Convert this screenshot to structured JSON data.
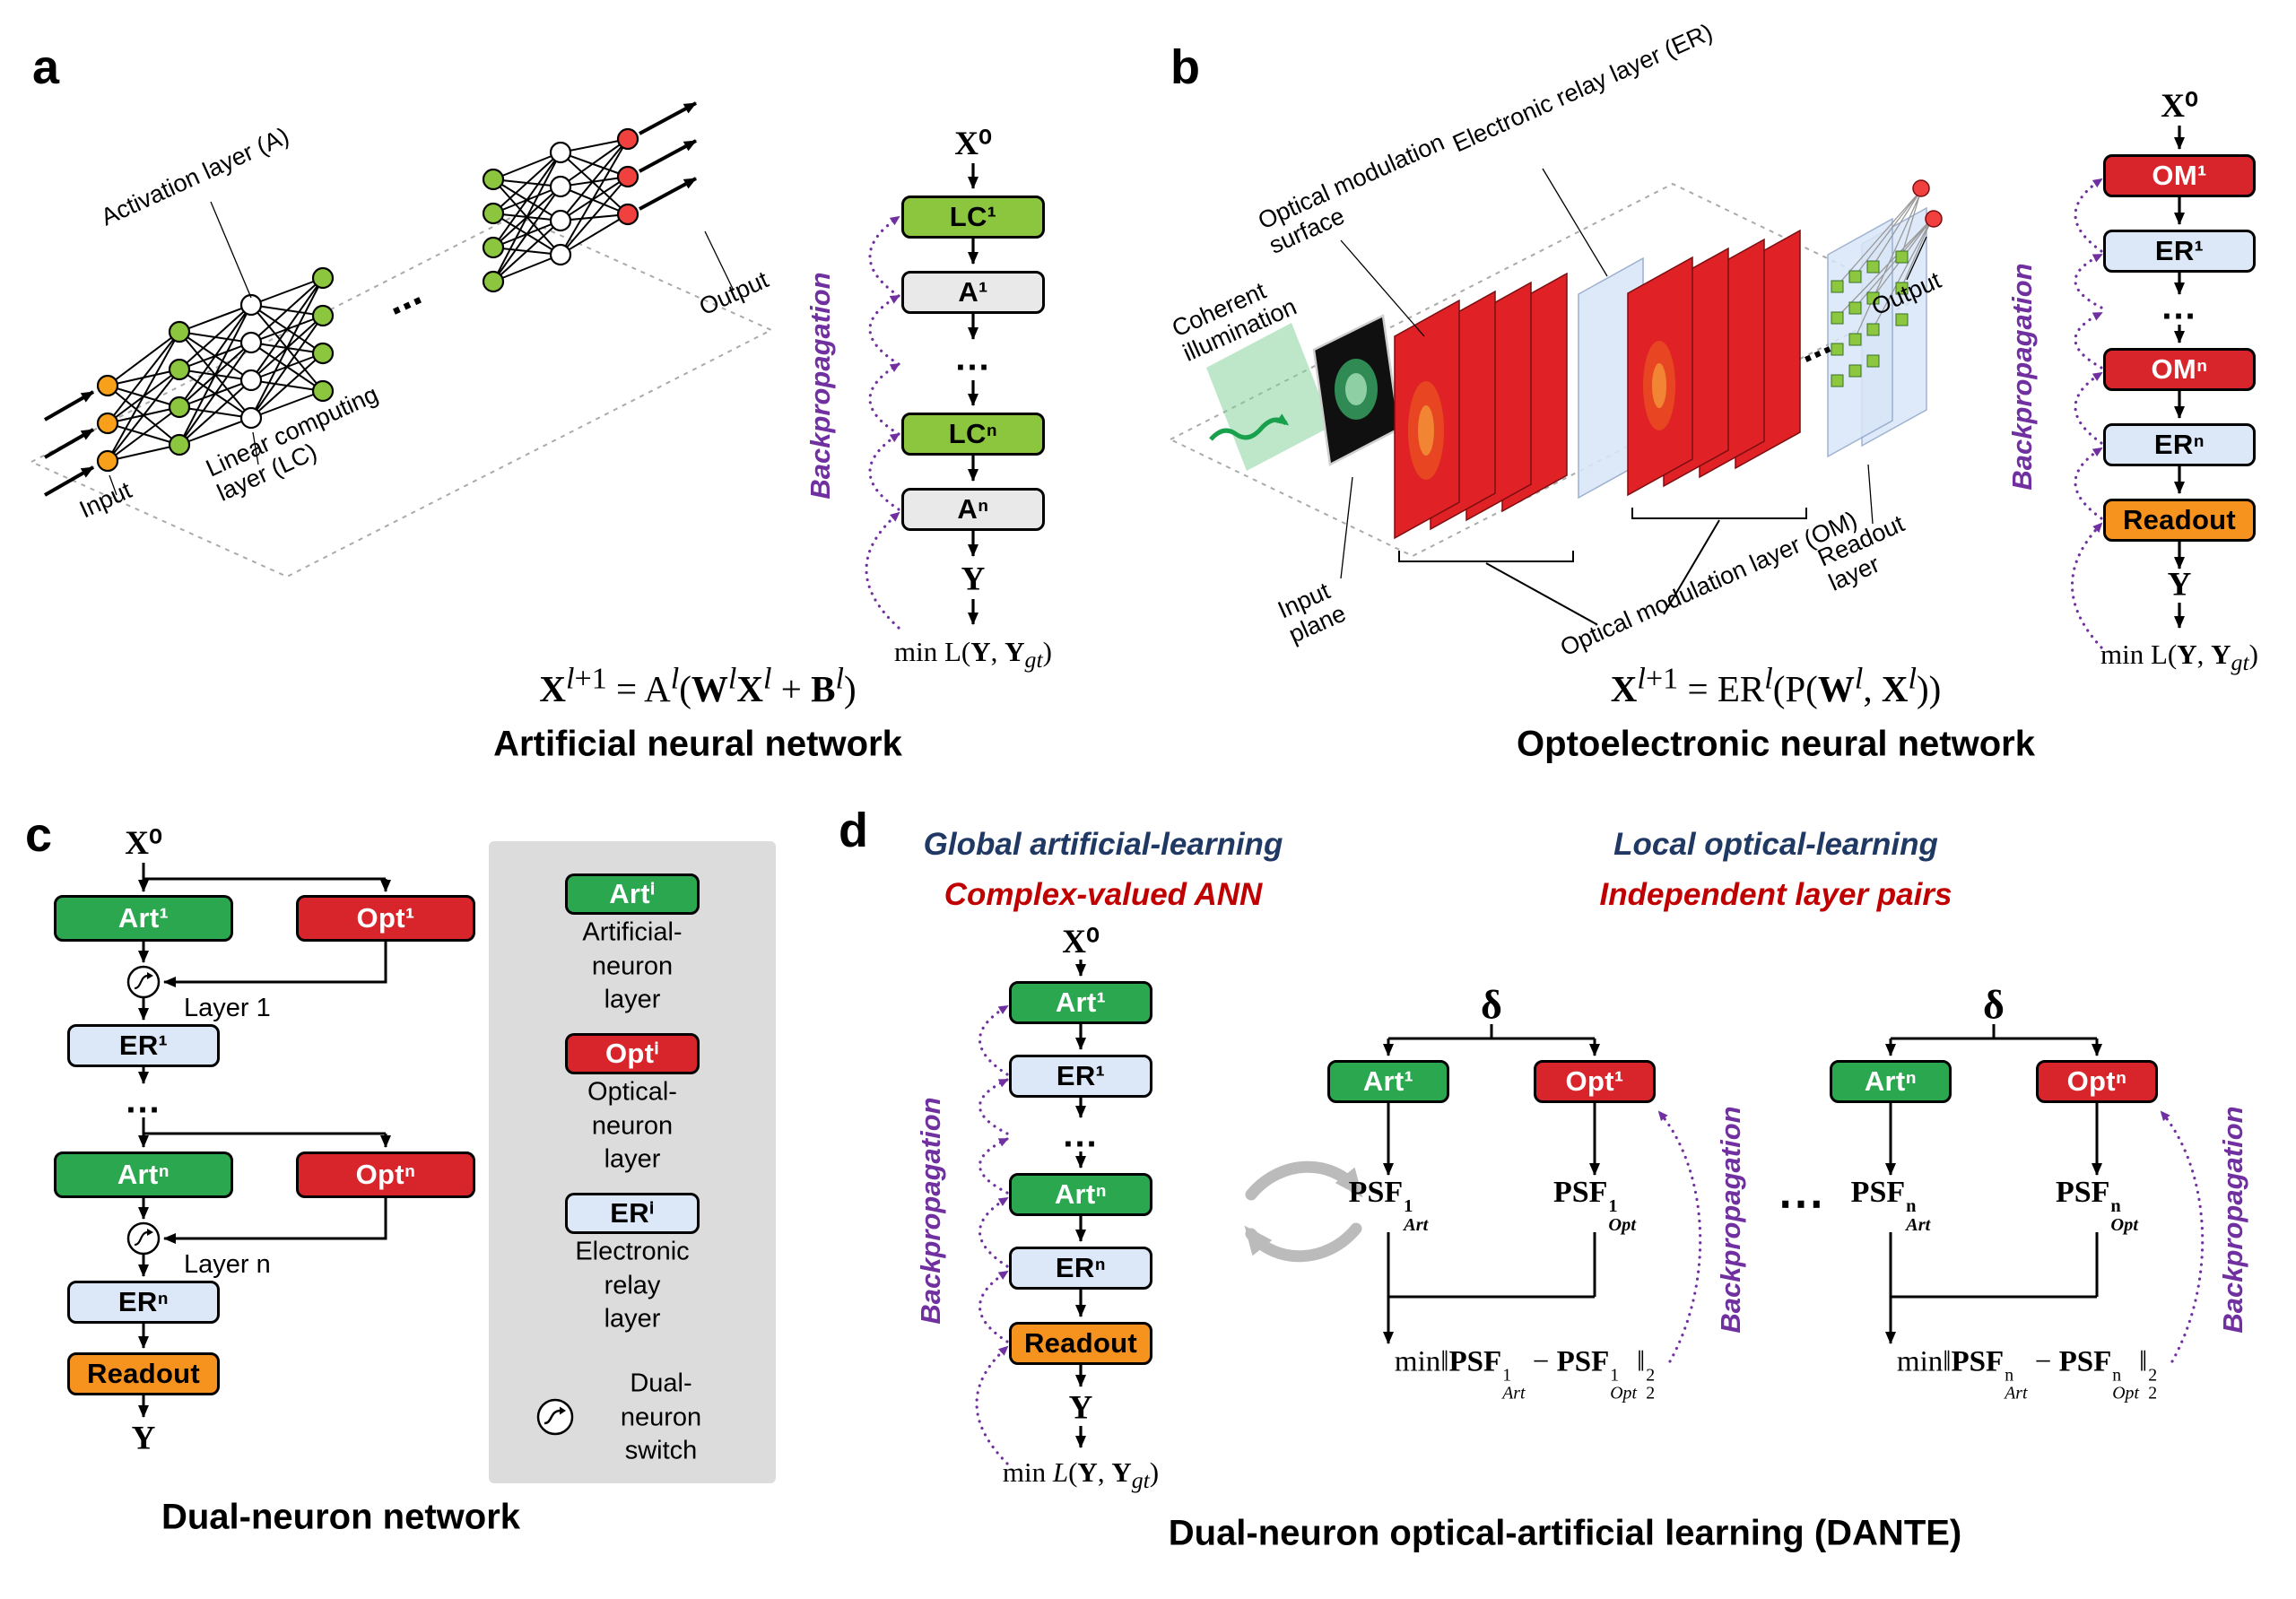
{
  "colors": {
    "lc_green": "#8CC63F",
    "art_green": "#2BA84F",
    "opt_red": "#D8252B",
    "er_blue": "#DCE8F8",
    "readout_orange": "#F6921E",
    "activation_gray": "#E9E9E9",
    "backprop_purple": "#7030A0",
    "header_blue": "#1F3864",
    "header_red": "#C00000",
    "input_node_orange": "#F9A01B",
    "output_node_red": "#F0413E"
  },
  "panel_a": {
    "tag": "a",
    "scene": {
      "activation": "Activation layer (A)",
      "lc1": "Linear computing",
      "lc2": "layer (LC)",
      "input": "Input",
      "output": "Output",
      "dots": "..."
    },
    "flow": {
      "x0": "X⁰",
      "lc1": "LC¹",
      "a1": "A¹",
      "dots": "...",
      "lcn": "LCⁿ",
      "an": "Aⁿ",
      "y": "Y",
      "backprop": "Backpropagation",
      "loss": "min L(<b>Y</b>, <b>Y</b><sub><i>gt</i></sub>)"
    },
    "equation": "<b>X</b><sup><i>l</i>+1</sup> = A<sup><i>l</i></sup>(<b>W</b><sup><i>l</i></sup><b>X</b><sup><i>l</i></sup> + <b>B</b><sup><i>l</i></sup>)",
    "caption": "Artificial neural network"
  },
  "panel_b": {
    "tag": "b",
    "scene": {
      "oms1": "Optical modulation",
      "oms2": "surface",
      "er": "Electronic relay layer (ER)",
      "coh1": "Coherent",
      "coh2": "illumination",
      "inp1": "Input",
      "inp2": "plane",
      "om": "Optical modulation layer (OM)",
      "ro1": "Readout",
      "ro2": "layer",
      "output": "Output",
      "dots": "..."
    },
    "flow": {
      "x0": "X⁰",
      "om1": "OM¹",
      "er1": "ER¹",
      "dots": "...",
      "omn": "OMⁿ",
      "ern": "ERⁿ",
      "readout": "Readout",
      "y": "Y",
      "backprop": "Backpropagation",
      "loss": "min L(<b>Y</b>, <b>Y</b><sub><i>gt</i></sub>)"
    },
    "equation": "<b>X</b><sup><i>l</i>+1</sup> = ER<sup><i>l</i></sup>(P(<b>W</b><sup><i>l</i></sup>, <b>X</b><sup><i>l</i></sup>))",
    "caption": "Optoelectronic neural network"
  },
  "panel_c": {
    "tag": "c",
    "flow": {
      "x0": "X⁰",
      "art1": "Art¹",
      "opt1": "Opt¹",
      "layer1": "Layer 1",
      "er1": "ER¹",
      "dots": "...",
      "artn": "Artⁿ",
      "optn": "Optⁿ",
      "layern": "Layer n",
      "ern": "ERⁿ",
      "readout": "Readout",
      "y": "Y"
    },
    "legend": {
      "art": "Artⁱ",
      "art_label": "Artificial-neuron\nlayer",
      "opt": "Optⁱ",
      "opt_label": "Optical-neuron\nlayer",
      "er": "ERⁱ",
      "er_label": "Electronic relay\nlayer",
      "switch_label": "Dual-neuron\nswitch"
    },
    "caption": "Dual-neuron network"
  },
  "panel_d": {
    "tag": "d",
    "headers": {
      "left_top": "Global artificial-learning",
      "left_bottom": "Complex-valued ANN",
      "right_top": "Local optical-learning",
      "right_bottom": "Independent layer pairs"
    },
    "ann": {
      "x0": "X⁰",
      "art1": "Art¹",
      "er1": "ER¹",
      "dots": "...",
      "artn": "Artⁿ",
      "ern": "ERⁿ",
      "readout": "Readout",
      "y": "Y",
      "backprop": "Backpropagation",
      "loss": "min <i>L</i>(<b>Y</b>, <b>Y</b><sub><i>gt</i></sub>)"
    },
    "swap_dots": "⋯",
    "pair1": {
      "delta": "δ",
      "art": "Art¹",
      "opt": "Opt¹",
      "psf_art": "<b>PSF</b><span class=\"stk\"><span>1</span><span><i>Art</i></span></span>",
      "psf_opt": "<b>PSF</b><span class=\"stk\"><span>1</span><span><i>Opt</i></span></span>",
      "min": "min‖<b>PSF</b><span class=\"stk\"><span>1</span><span><i>Art</i></span></span> − <b>PSF</b><span class=\"stk\"><span>1</span><span><i>Opt</i></span></span>‖<span class=\"stk\"><span>2</span><span>2</span></span>",
      "backprop": "Backpropagation"
    },
    "pairn": {
      "delta": "δ",
      "art": "Artⁿ",
      "opt": "Optⁿ",
      "psf_art": "<b>PSF</b><span class=\"stk\"><span>n</span><span><i>Art</i></span></span>",
      "psf_opt": "<b>PSF</b><span class=\"stk\"><span>n</span><span><i>Opt</i></span></span>",
      "min": "min‖<b>PSF</b><span class=\"stk\"><span>n</span><span><i>Art</i></span></span> − <b>PSF</b><span class=\"stk\"><span>n</span><span><i>Opt</i></span></span>‖<span class=\"stk\"><span>2</span><span>2</span></span>",
      "backprop": "Backpropagation"
    },
    "caption": "Dual-neuron optical-artificial learning (DANTE)"
  }
}
